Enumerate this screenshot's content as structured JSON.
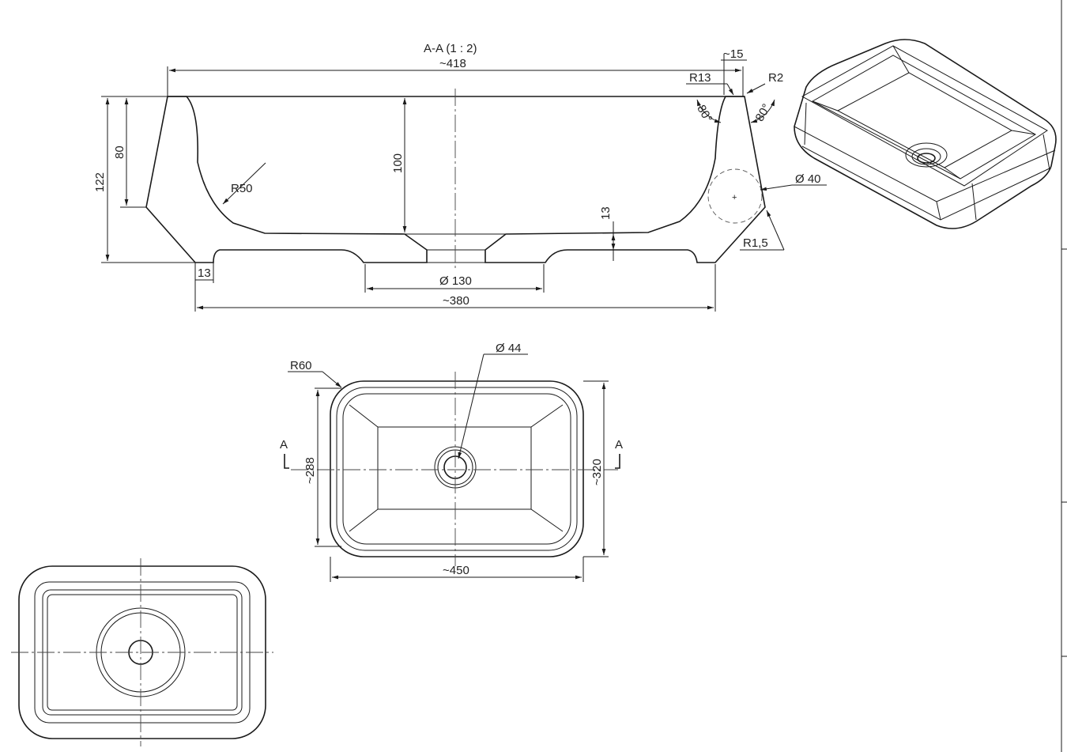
{
  "section": {
    "title": "A-A  (1 : 2)",
    "dims": {
      "overall_top": "~418",
      "lip": "~15",
      "r13": "R13",
      "r2": "R2",
      "angle_left": "80°",
      "angle_right": "80°",
      "height_total": "122",
      "height_inner": "80",
      "depth": "100",
      "r50": "R50",
      "dia40": "Ø 40",
      "base_thickness": "13",
      "r15": "R1,5",
      "foot": "13",
      "dia130": "Ø 130",
      "overall_bottom": "~380"
    }
  },
  "plan": {
    "r60": "R60",
    "dia44": "Ø 44",
    "section_mark_left": "A",
    "section_mark_right": "A",
    "inner_width": "~288",
    "outer_width": "~320",
    "length": "~450"
  },
  "colors": {
    "line": "#1a1a1a",
    "background": "#ffffff",
    "hatch": "#2a2a2a"
  }
}
